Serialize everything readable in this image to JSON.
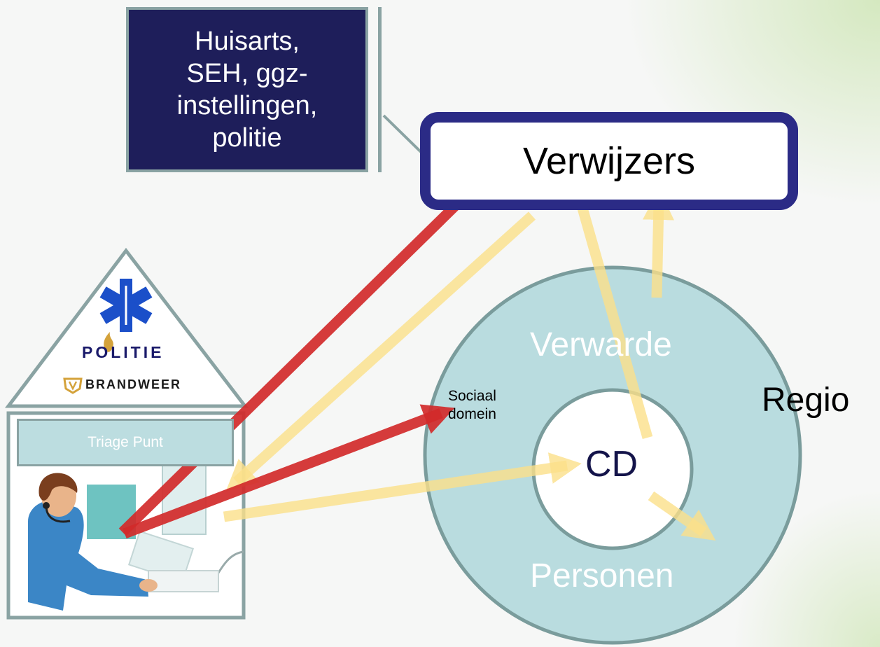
{
  "note": {
    "lines": [
      "Huisarts,",
      "SEH, ggz-",
      "instellingen,",
      "politie"
    ]
  },
  "verwijzers": {
    "label": "Verwijzers"
  },
  "circle": {
    "outer_top": "Verwarde",
    "outer_bottom": "Personen",
    "inner": "CD",
    "region": "Regio",
    "social_lines": [
      "Sociaal",
      "domein"
    ]
  },
  "triage": {
    "label": "Triage Punt",
    "logo_politie": "POLITIE",
    "logo_brandweer": "BRANDWEER"
  },
  "colors": {
    "navy": "#1e1e5a",
    "verwijzers_border": "#2b2b86",
    "circle_fill": "#b9dcdf",
    "circle_stroke": "#7a9c9c",
    "red_arrow": "#d12a2a",
    "yellow_arrow": "#fbe08a"
  }
}
